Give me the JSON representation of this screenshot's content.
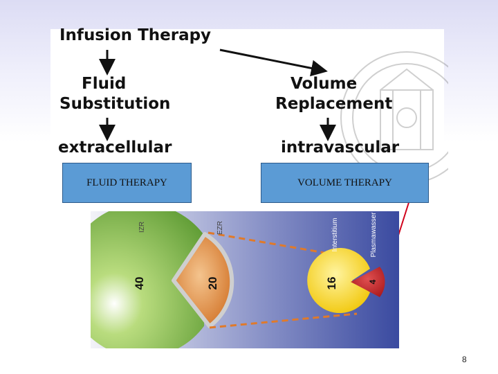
{
  "flow": {
    "root": "Infusion Therapy",
    "left_mid": [
      "Fluid",
      "Substitution"
    ],
    "left_bottom": "extracellular",
    "right_mid": [
      "Volume",
      "Replacement"
    ],
    "right_bottom": "intravascular"
  },
  "boxes": {
    "fluid": "FLUID THERAPY",
    "volume": "VOLUME THERAPY"
  },
  "compartments": {
    "izr_label": "IZR",
    "izr_value": "40",
    "ezr_label": "EZR",
    "ezr_value": "20",
    "interstitium_label": "Interstitium",
    "interstitium_value": "16",
    "plasma_label": "Plasmawasser",
    "plasma_value": "4"
  },
  "colors": {
    "box_fill": "#5b9bd5",
    "izr": "#7cb342",
    "ezr": "#e08a3a",
    "interstitium": "#f5d21b",
    "plasma": "#c62828",
    "arrow": "#d0021b"
  },
  "page_number": "8"
}
